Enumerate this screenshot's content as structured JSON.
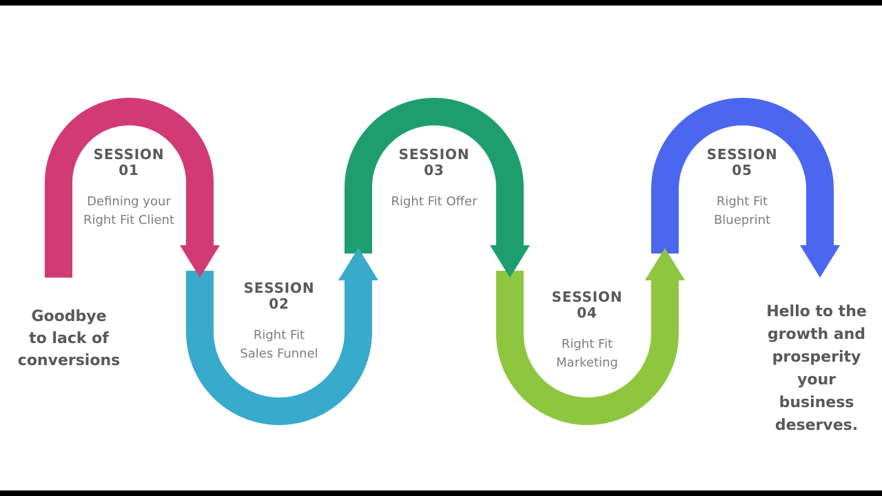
{
  "canvas": {
    "background": "#ffffff",
    "letterbox_color": "#000000",
    "heading_color": "#595959",
    "subtitle_color": "#7d7d7d"
  },
  "left_note": {
    "lines": [
      "Goodbye",
      "to lack of",
      "conversions"
    ]
  },
  "right_note": {
    "lines": [
      "Hello to the",
      "growth and",
      "prosperity",
      "your",
      "business",
      "deserves."
    ]
  },
  "sessions": [
    {
      "label": "SESSION",
      "number": "01",
      "title_lines": [
        "Defining your",
        "Right Fit Client"
      ],
      "color": "#d23a76"
    },
    {
      "label": "SESSION",
      "number": "02",
      "title_lines": [
        "Right Fit",
        "Sales Funnel"
      ],
      "color": "#38aacc"
    },
    {
      "label": "SESSION",
      "number": "03",
      "title_lines": [
        "Right Fit Offer"
      ],
      "color": "#1e9e6e"
    },
    {
      "label": "SESSION",
      "number": "04",
      "title_lines": [
        "Right Fit",
        "Marketing"
      ],
      "color": "#8fc640"
    },
    {
      "label": "SESSION",
      "number": "05",
      "title_lines": [
        "Right Fit",
        "Blueprint"
      ],
      "color": "#4b66ef"
    }
  ]
}
